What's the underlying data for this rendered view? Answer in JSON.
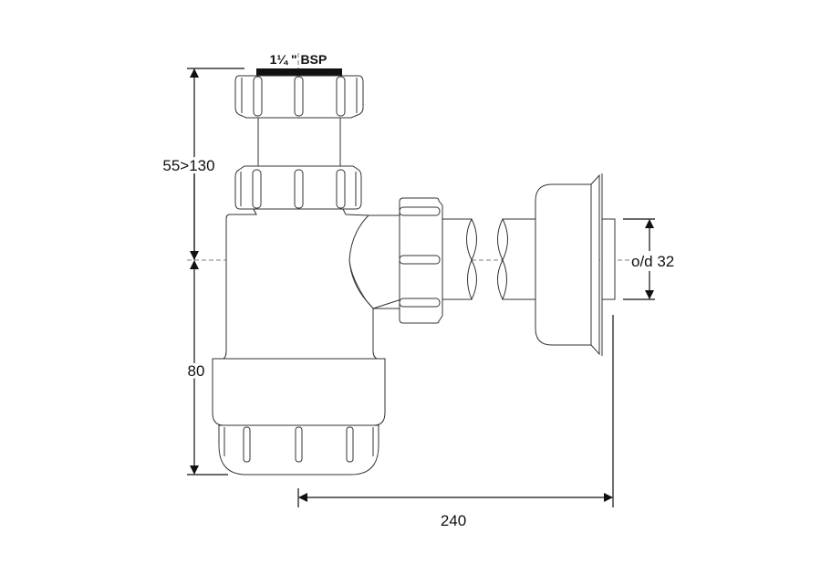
{
  "title": "Bottle trap dimension drawing",
  "labels": {
    "inlet_size": "1¼ \" BSP",
    "inlet_height": "55>130",
    "trap_depth": "80",
    "outlet_diameter": "o/d 32",
    "horizontal_reach": "240"
  },
  "colors": {
    "line": "#333333",
    "dimension": "#111111",
    "background": "#ffffff"
  }
}
